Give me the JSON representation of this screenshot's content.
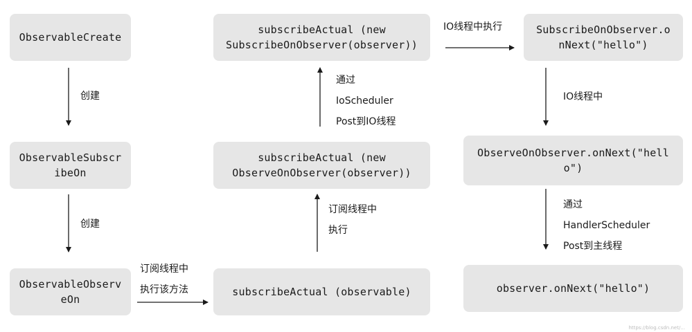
{
  "nodes": {
    "observable_create": "ObservableCreate",
    "observable_subscribe_on": "ObservableSubscr\nibeOn",
    "observable_observe_on": "ObservableObserv\neOn",
    "subscribe_actual_observable": "subscribeActual (observable)",
    "subscribe_actual_observe_on_observer": "subscribeActual (new\nObserveOnObserver(observer))",
    "subscribe_actual_subscribe_on_observer": "subscribeActual (new\nSubscribeOnObserver(observer))",
    "subscribe_on_observer_on_next": "SubscribeOnObserver.o\nnNext(\"hello\")",
    "observe_on_observer_on_next": "ObserveOnObserver.onNext(\"hell\no\")",
    "observer_on_next": "observer.onNext(\"hello\")"
  },
  "labels": {
    "create_1": "创建",
    "create_2": "创建",
    "subscribe_thread_execute_method": "订阅线程中\n执行该方法",
    "subscribe_thread_execute": "订阅线程中\n执行",
    "via_io_scheduler": "通过\nIoScheduler\nPost到IO线程",
    "io_thread_execute": "IO线程中执行",
    "in_io_thread": "IO线程中",
    "via_handler_scheduler": "通过\nHandlerScheduler\nPost到主线程"
  },
  "watermark": "https://blog.csdn.net/..."
}
